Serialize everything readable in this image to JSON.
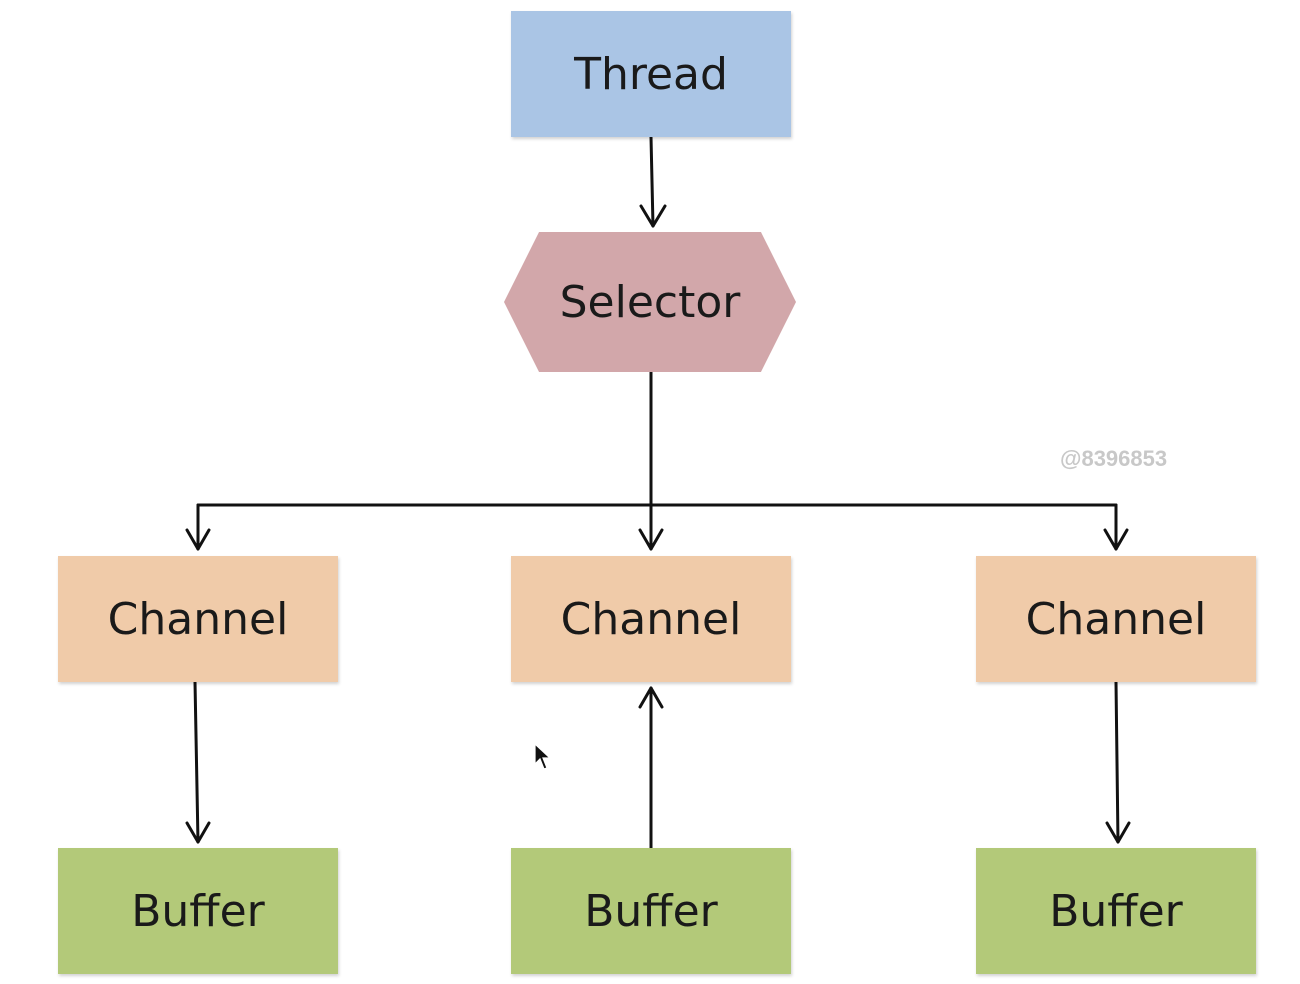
{
  "nodes": {
    "thread": "Thread",
    "selector": "Selector",
    "channels": [
      "Channel",
      "Channel",
      "Channel"
    ],
    "buffers": [
      "Buffer",
      "Buffer",
      "Buffer"
    ]
  },
  "watermark": "@8396853",
  "colors": {
    "thread": "#aac5e5",
    "selector": "#d2a7aa",
    "channel": "#f0cba9",
    "buffer": "#b3c979",
    "line": "#111111"
  },
  "edges": [
    {
      "from": "thread",
      "to": "selector"
    },
    {
      "from": "selector",
      "to": "channel-1"
    },
    {
      "from": "selector",
      "to": "channel-2"
    },
    {
      "from": "selector",
      "to": "channel-3"
    },
    {
      "from": "channel-1",
      "to": "buffer-1"
    },
    {
      "from": "buffer-2",
      "to": "channel-2"
    },
    {
      "from": "channel-3",
      "to": "buffer-3"
    }
  ]
}
